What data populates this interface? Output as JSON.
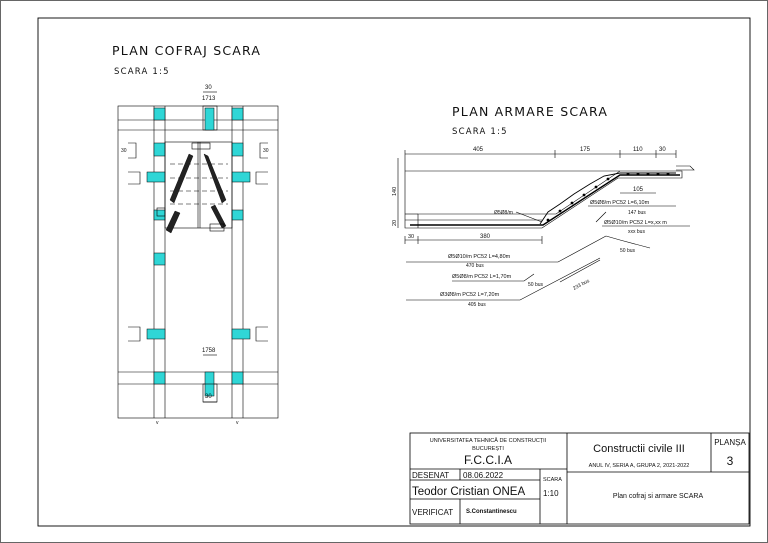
{
  "left_plan": {
    "title": "PLAN COFRAJ SCARA",
    "scale": "SCARA 1:5",
    "dims": [
      "30",
      "1713",
      "1758",
      "30"
    ]
  },
  "right_plan": {
    "title": "PLAN ARMARE SCARA",
    "scale": "SCARA 1:5",
    "dims_top": [
      "405",
      "175",
      "110",
      "30"
    ],
    "dim_105": "105",
    "dim_380": "380",
    "dim_30": "30",
    "dim_140": "140",
    "dim_20": "20",
    "bar_labels": [
      "Ø5Ø8/m",
      "Ø5Ø8/m   PC52  L=6,10m",
      "147 bus",
      "Ø5Ø10/m   PC52  L=x,xx m",
      "xxx bus",
      "Ø5Ø10/m   PC52  L=4,80m",
      "470 bus",
      "Ø5Ø8/m   PC52  L=1,70m",
      "50 bus",
      "Ø3Ø8/m   PC52  L=7,20m",
      "405 bus",
      "50 bus",
      "233 bus"
    ]
  },
  "title_block": {
    "university": "UNIVERSITATEA TEHNICĂ DE CONSTRUCȚII",
    "city": "BUCUREȘTI",
    "faculty": "F.C.C.I.A",
    "course": "Constructii civile III",
    "group": "ANUL IV, SERIA A, GRUPA 2, 2021-2022",
    "sheet_label": "PLANȘA",
    "sheet_number": "3",
    "drawn_label": "DESENAT",
    "drawn_date": "08.06.2022",
    "author": "Teodor Cristian ONEA",
    "scale_label": "SCARA",
    "scale_value": "1:10",
    "drawing_title": "Plan cofraj si armare SCARA",
    "checked_label": "VERIFICAT",
    "checker": "S.Constantinescu"
  },
  "colors": {
    "concrete_cut": "#2fd6d6",
    "line": "#000000",
    "background": "#ffffff"
  }
}
